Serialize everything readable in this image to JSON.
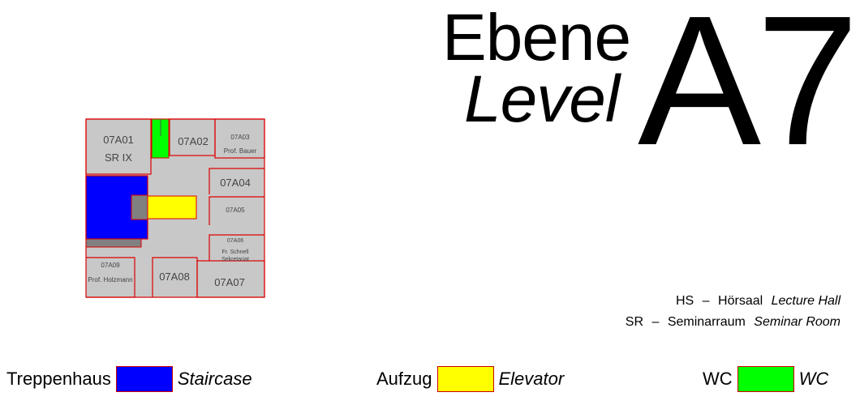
{
  "title": {
    "floor_de": "Ebene",
    "floor_en": "Level",
    "floor_code": "A7"
  },
  "abbreviations": [
    {
      "code": "HS",
      "sep": "–",
      "de": "Hörsaal",
      "en": "Lecture Hall"
    },
    {
      "code": "SR",
      "sep": "–",
      "de": "Seminarraum",
      "en": "Seminar Room"
    }
  ],
  "legend": [
    {
      "de": "Treppenhaus",
      "en": "Staircase",
      "color": "#0000ff"
    },
    {
      "de": "Aufzug",
      "en": "Elevator",
      "color": "#ffff00"
    },
    {
      "de": "WC",
      "en": "WC",
      "color": "#00ff00"
    }
  ],
  "colors": {
    "room_fill": "#c8c8c8",
    "wall": "#dd0000",
    "staircase": "#0000ff",
    "elevator": "#ffff00",
    "wc": "#00ff00",
    "shaft": "#808080"
  },
  "rooms": {
    "r07A01": {
      "number": "07A01",
      "name": "SR IX"
    },
    "r07A02": {
      "number": "07A02"
    },
    "r07A03": {
      "number": "07A03",
      "name": "Prof. Bauer"
    },
    "r07A04": {
      "number": "07A04"
    },
    "r07A05": {
      "number": "07A05"
    },
    "r07A06": {
      "number": "07A06",
      "name": "Fr. Schnell",
      "name2": "Sekretariat"
    },
    "r07A07": {
      "number": "07A07"
    },
    "r07A08": {
      "number": "07A08"
    },
    "r07A09": {
      "number": "07A09",
      "name": "Prof. Holzmann"
    }
  }
}
